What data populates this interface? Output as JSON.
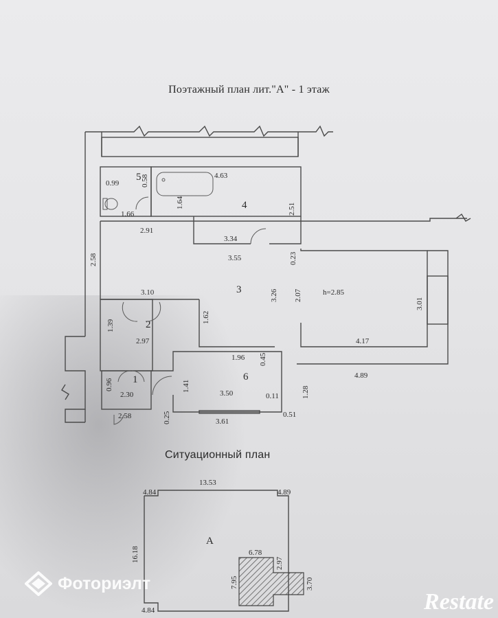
{
  "plan_title": "Поэтажный план лит.\"А\" - 1 этаж",
  "site_title": "Ситуационный план",
  "rooms": [
    "1",
    "2",
    "3",
    "4",
    "5",
    "6"
  ],
  "dimensions": {
    "d_4_63": "4.63",
    "d_0_99": "0.99",
    "d_0_58": "0.58",
    "d_1_64": "1.64",
    "d_1_66": "1.66",
    "d_2_91": "2.91",
    "d_2_51": "2.51",
    "d_3_34": "3.34",
    "d_3_55": "3.55",
    "d_0_23": "0.23",
    "d_2_58": "2.58",
    "d_3_10": "3.10",
    "d_3_26": "3.26",
    "d_2_07": "2.07",
    "d_h": "h=2.85",
    "d_3_01": "3.01",
    "d_1_39": "1.39",
    "d_1_62": "1.62",
    "d_2_97": "2.97",
    "d_4_17": "4.17",
    "d_1_96": "1.96",
    "d_0_45": "0.45",
    "d_4_89": "4.89",
    "d_0_96": "0.96",
    "d_2_30": "2.30",
    "d_1_41": "1.41",
    "d_3_50": "3.50",
    "d_0_11": "0.11",
    "d_1_28": "1.28",
    "d_2_58b": "2.58",
    "d_0_25": "0.25",
    "d_3_61": "3.61",
    "d_0_51": "0.51"
  },
  "site_plan": {
    "label": "А",
    "d_13_53": "13.53",
    "d_4_84_top": "4.84",
    "d_4_89": "4.89",
    "d_16_18": "16.18",
    "d_6_78": "6.78",
    "d_2_97": "2.97",
    "d_7_95": "7.95",
    "d_3_70": "3.70",
    "d_4_84_bottom": "4.84"
  },
  "watermarks": {
    "left_text": "Фоториэлт",
    "right_text": "Restate"
  },
  "colors": {
    "paper": "#e6e6e8",
    "ink": "#2a2a2a",
    "hatch": "#555555"
  }
}
